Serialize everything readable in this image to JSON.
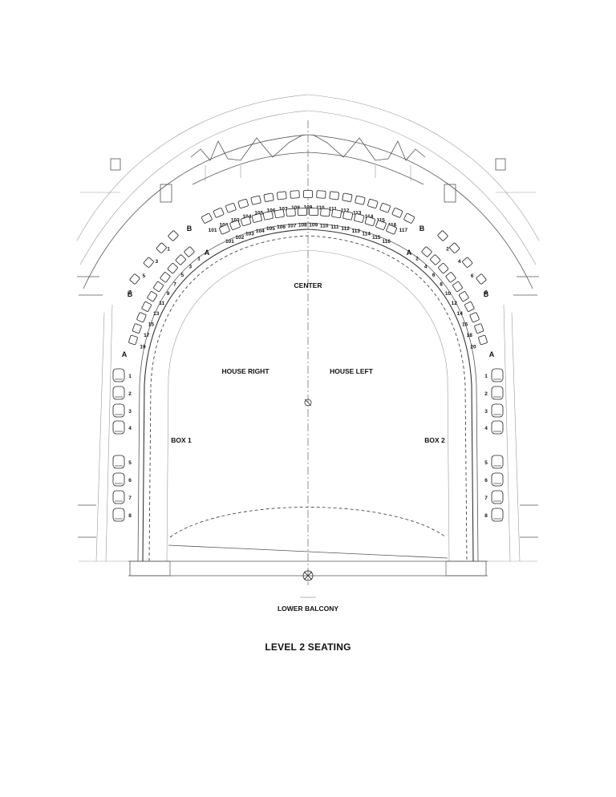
{
  "title": "LEVEL 2 SEATING",
  "areas": {
    "center": "CENTER",
    "house_right": "HOUSE RIGHT",
    "house_left": "HOUSE LEFT",
    "box1": "BOX 1",
    "box2": "BOX 2",
    "lower_balcony": "LOWER BALCONY"
  },
  "row_labels": {
    "left_b_top": "B",
    "left_a_top": "A",
    "right_a_top": "A",
    "right_b_top": "B",
    "left_b_side": "B",
    "right_b_side": "B",
    "left_a_side": "A",
    "right_a_side": "A"
  },
  "center_row_b_seats": [
    "101",
    "102",
    "103",
    "104",
    "105",
    "106",
    "107",
    "108",
    "109",
    "110",
    "111",
    "112",
    "113",
    "114",
    "115",
    "116",
    "117"
  ],
  "center_row_a_seats": [
    "101",
    "102",
    "103",
    "104",
    "105",
    "106",
    "107",
    "108",
    "109",
    "110",
    "111",
    "112",
    "113",
    "114",
    "115",
    "116"
  ],
  "left_row_b_seats": [
    "1",
    "3",
    "5",
    "7"
  ],
  "left_row_a_seats": [
    "1",
    "3",
    "5",
    "7",
    "9",
    "11",
    "13",
    "15",
    "17",
    "19"
  ],
  "right_row_b_seats": [
    "2",
    "4",
    "6",
    "8"
  ],
  "right_row_a_seats": [
    "2",
    "4",
    "6",
    "8",
    "10",
    "12",
    "14",
    "16",
    "18",
    "20"
  ],
  "box1_seats": [
    "1",
    "2",
    "3",
    "4",
    "5",
    "6",
    "7",
    "8"
  ],
  "box2_seats": [
    "1",
    "2",
    "3",
    "4",
    "5",
    "6",
    "7",
    "8"
  ]
}
